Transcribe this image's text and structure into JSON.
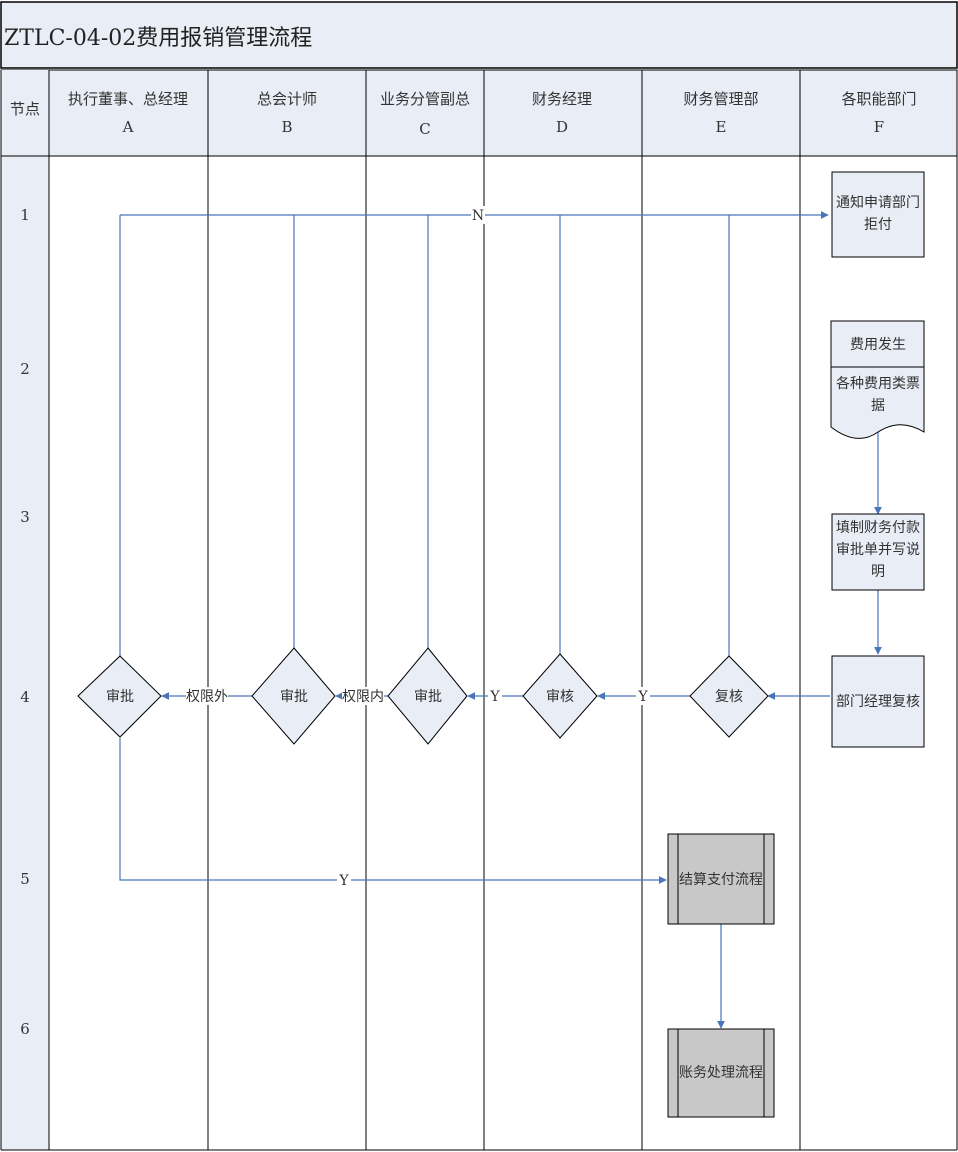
{
  "title": "ZTLC-04-02费用报销管理流程",
  "node_header": "节点",
  "columns": [
    {
      "name": "执行董事、总经理",
      "letter": "A"
    },
    {
      "name": "总会计师",
      "letter": "B"
    },
    {
      "name": "业务分管副总",
      "letter": "C"
    },
    {
      "name": "财务经理",
      "letter": "D"
    },
    {
      "name": "财务管理部",
      "letter": "E"
    },
    {
      "name": "各职能部门",
      "letter": "F"
    }
  ],
  "rows": [
    "1",
    "2",
    "3",
    "4",
    "5",
    "6"
  ],
  "shapes": {
    "notify": [
      "通知申请部门",
      "拒付"
    ],
    "expense_title": "费用发生",
    "expense_doc": [
      "各种费用类票",
      "据"
    ],
    "fill_form": [
      "填制财务付款",
      "审批单并写说",
      "明"
    ],
    "dept_review": "部门经理复核",
    "fin_recheck": "复核",
    "fin_mgr_audit": "审核",
    "vp_approve": "审批",
    "cfo_approve": "审批",
    "ceo_approve": "审批",
    "settlement": "结算支付流程",
    "accounting": "账务处理流程"
  },
  "labels": {
    "reject": "N",
    "yes_e_d": "Y",
    "yes_d_c": "Y",
    "within_limit": "权限内",
    "beyond_limit": "权限外",
    "yes_to_settle": "Y"
  },
  "colors": {
    "header_bg": "#e8edf6",
    "shape_fill": "#e8edf6",
    "process_fill": "#c8c8c8",
    "flow_line": "#4a76b8",
    "grid_line": "#000000"
  }
}
